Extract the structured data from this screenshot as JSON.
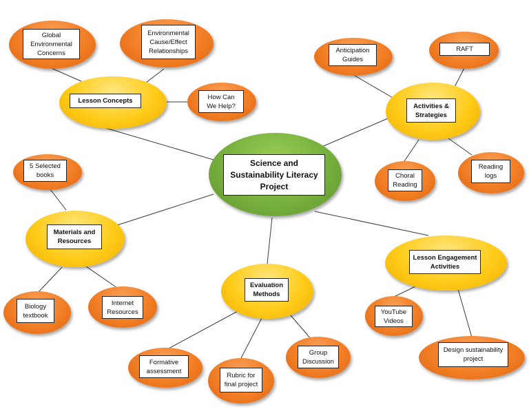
{
  "center": "Science and\nSustainability Literacy\nProject",
  "branches": {
    "lesson_concepts": {
      "label": "Lesson Concepts",
      "children": [
        "Global\nEnvironmental\nConcerns",
        "Environmental\nCause/Effect\nRelationships",
        "How Can\nWe Help?"
      ]
    },
    "activities": {
      "label": "Activities &\nStrategies",
      "children": [
        "Anticipation\nGuides",
        "RAFT",
        "Choral\nReading",
        "Reading\nlogs"
      ]
    },
    "materials": {
      "label": "Materials and\nResources",
      "children": [
        "5 Selected\nbooks",
        "Biology\ntextbook",
        "Internet\nResources"
      ]
    },
    "evaluation": {
      "label": "Evaluation\nMethods",
      "children": [
        "Formative\nassessment",
        "Rubric for\nfinal project",
        "Group\nDiscussion"
      ]
    },
    "engagement": {
      "label": "Lesson Engagement\nActivities",
      "children": [
        "YouTube\nVideos",
        "Design sustainability\nproject"
      ]
    }
  },
  "colors": {
    "center_fill": "#76b03e",
    "concept_fill": "#ffcc1a",
    "detail_fill": "#f27e25",
    "connector": "#3a3a3a"
  }
}
